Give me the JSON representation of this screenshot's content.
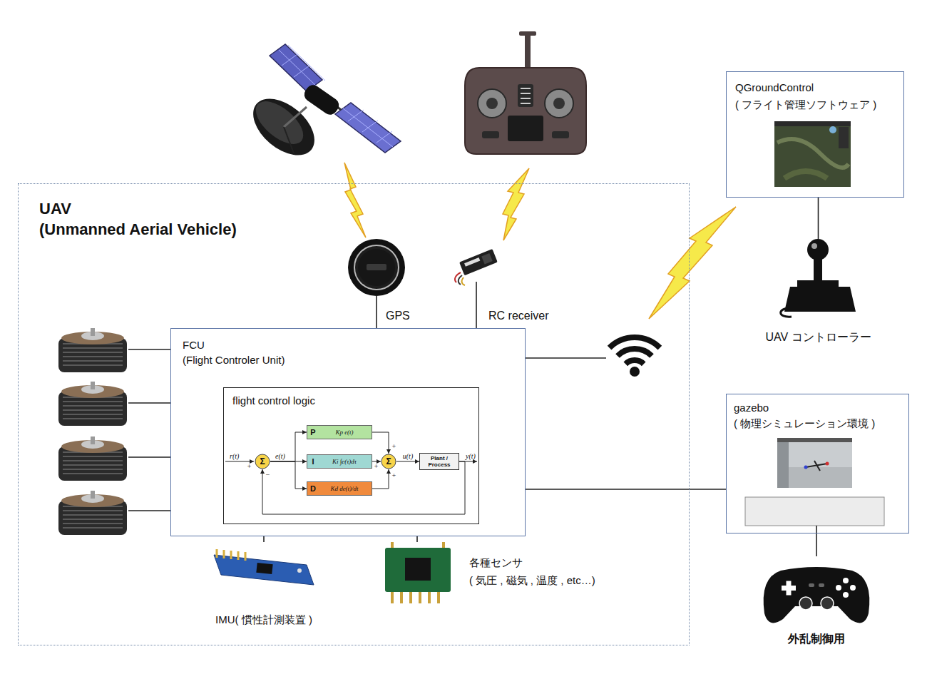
{
  "diagram": {
    "nodes": [
      {
        "text": [
          "UAV",
          "(Unmanned Aerial Vehicle)"
        ]
      },
      {
        "text": [
          "GPS"
        ],
        "in": 0
      },
      {
        "text": [
          "RC receiver"
        ],
        "in": 0
      },
      {
        "text": [
          "FCU",
          "(Flight Controler Unit)"
        ],
        "in": 0
      },
      {
        "text": [
          "flight control logic"
        ],
        "in": 3
      },
      {
        "text": [
          "Σ"
        ],
        "in": 4
      },
      {
        "text": [
          "P",
          "Kp e(t)"
        ],
        "in": 4
      },
      {
        "text": [
          "I",
          "Ki ∫e(τ)dτ"
        ],
        "in": 4
      },
      {
        "text": [
          "D",
          "Kd de(t)/dt"
        ],
        "in": 4
      },
      {
        "text": [
          "Σ"
        ],
        "in": 4
      },
      {
        "text": [
          "Plant / Process"
        ],
        "in": 4
      },
      {
        "text": [
          "IMU( 慣性計測装置 )"
        ],
        "in": 0
      },
      {
        "text": [
          "各種センサ",
          "( 気圧 , 磁気 , 温度 , etc…)"
        ],
        "in": 0
      },
      {
        "text": [
          "QGroundControl",
          "( フライト管理ソフトウェア )"
        ]
      },
      {
        "text": [
          "UAV コントローラー"
        ]
      },
      {
        "text": [
          "gazebo",
          "( 物理シミュレーション環境 )"
        ]
      },
      {
        "text": [
          "外乱制御用"
        ]
      }
    ],
    "edges": [
      {
        "from": 1,
        "to": 3,
        "arrow": "none"
      },
      {
        "from": 2,
        "to": 3,
        "arrow": "none"
      },
      {
        "from": 5,
        "to": 6,
        "arrow": "to"
      },
      {
        "from": 5,
        "to": 7,
        "arrow": "to"
      },
      {
        "from": 5,
        "to": 8,
        "arrow": "to"
      },
      {
        "from": 6,
        "to": 9,
        "arrow": "to"
      },
      {
        "from": 7,
        "to": 9,
        "arrow": "to"
      },
      {
        "from": 8,
        "to": 9,
        "arrow": "to"
      },
      {
        "from": 9,
        "to": 10,
        "label": "u(t)",
        "arrow": "to"
      },
      {
        "from": 10,
        "to": 5,
        "arrow": "to"
      },
      {
        "from": 3,
        "to": 11,
        "arrow": "none"
      },
      {
        "from": 3,
        "to": 12,
        "arrow": "none"
      },
      {
        "from": 13,
        "to": 14,
        "arrow": "none"
      },
      {
        "from": 3,
        "to": 15,
        "arrow": "none"
      },
      {
        "from": 15,
        "to": 16,
        "arrow": "none"
      }
    ],
    "labels": [
      "r(t)",
      "e(t)",
      "y(t)",
      "+",
      "−",
      "+",
      "+",
      "+"
    ]
  }
}
